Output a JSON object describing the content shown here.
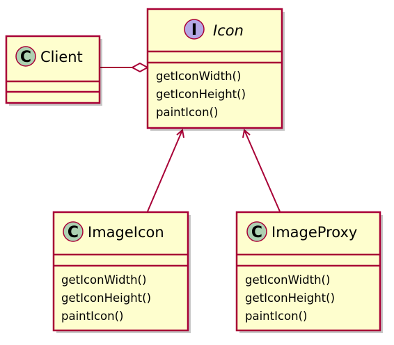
{
  "diagram": {
    "classes": {
      "client": {
        "name": "Client",
        "stereotype_letter": "C",
        "methods": []
      },
      "icon": {
        "name": "Icon",
        "stereotype_letter": "I",
        "methods": [
          "getIconWidth()",
          "getIconHeight()",
          "paintIcon()"
        ]
      },
      "imageicon": {
        "name": "ImageIcon",
        "stereotype_letter": "C",
        "methods": [
          "getIconWidth()",
          "getIconHeight()",
          "paintIcon()"
        ]
      },
      "imageproxy": {
        "name": "ImageProxy",
        "stereotype_letter": "C",
        "methods": [
          "getIconWidth()",
          "getIconHeight()",
          "paintIcon()"
        ]
      }
    },
    "relations": [
      {
        "from": "Client",
        "to": "Icon",
        "type": "aggregation"
      },
      {
        "from": "ImageIcon",
        "to": "Icon",
        "type": "realization-arrow"
      },
      {
        "from": "ImageProxy",
        "to": "Icon",
        "type": "realization-arrow"
      }
    ],
    "colors": {
      "class_fill": "#FEFECE",
      "border": "#A80036",
      "class_badge": "#ADD1B2",
      "interface_badge": "#B4A7E5"
    }
  }
}
